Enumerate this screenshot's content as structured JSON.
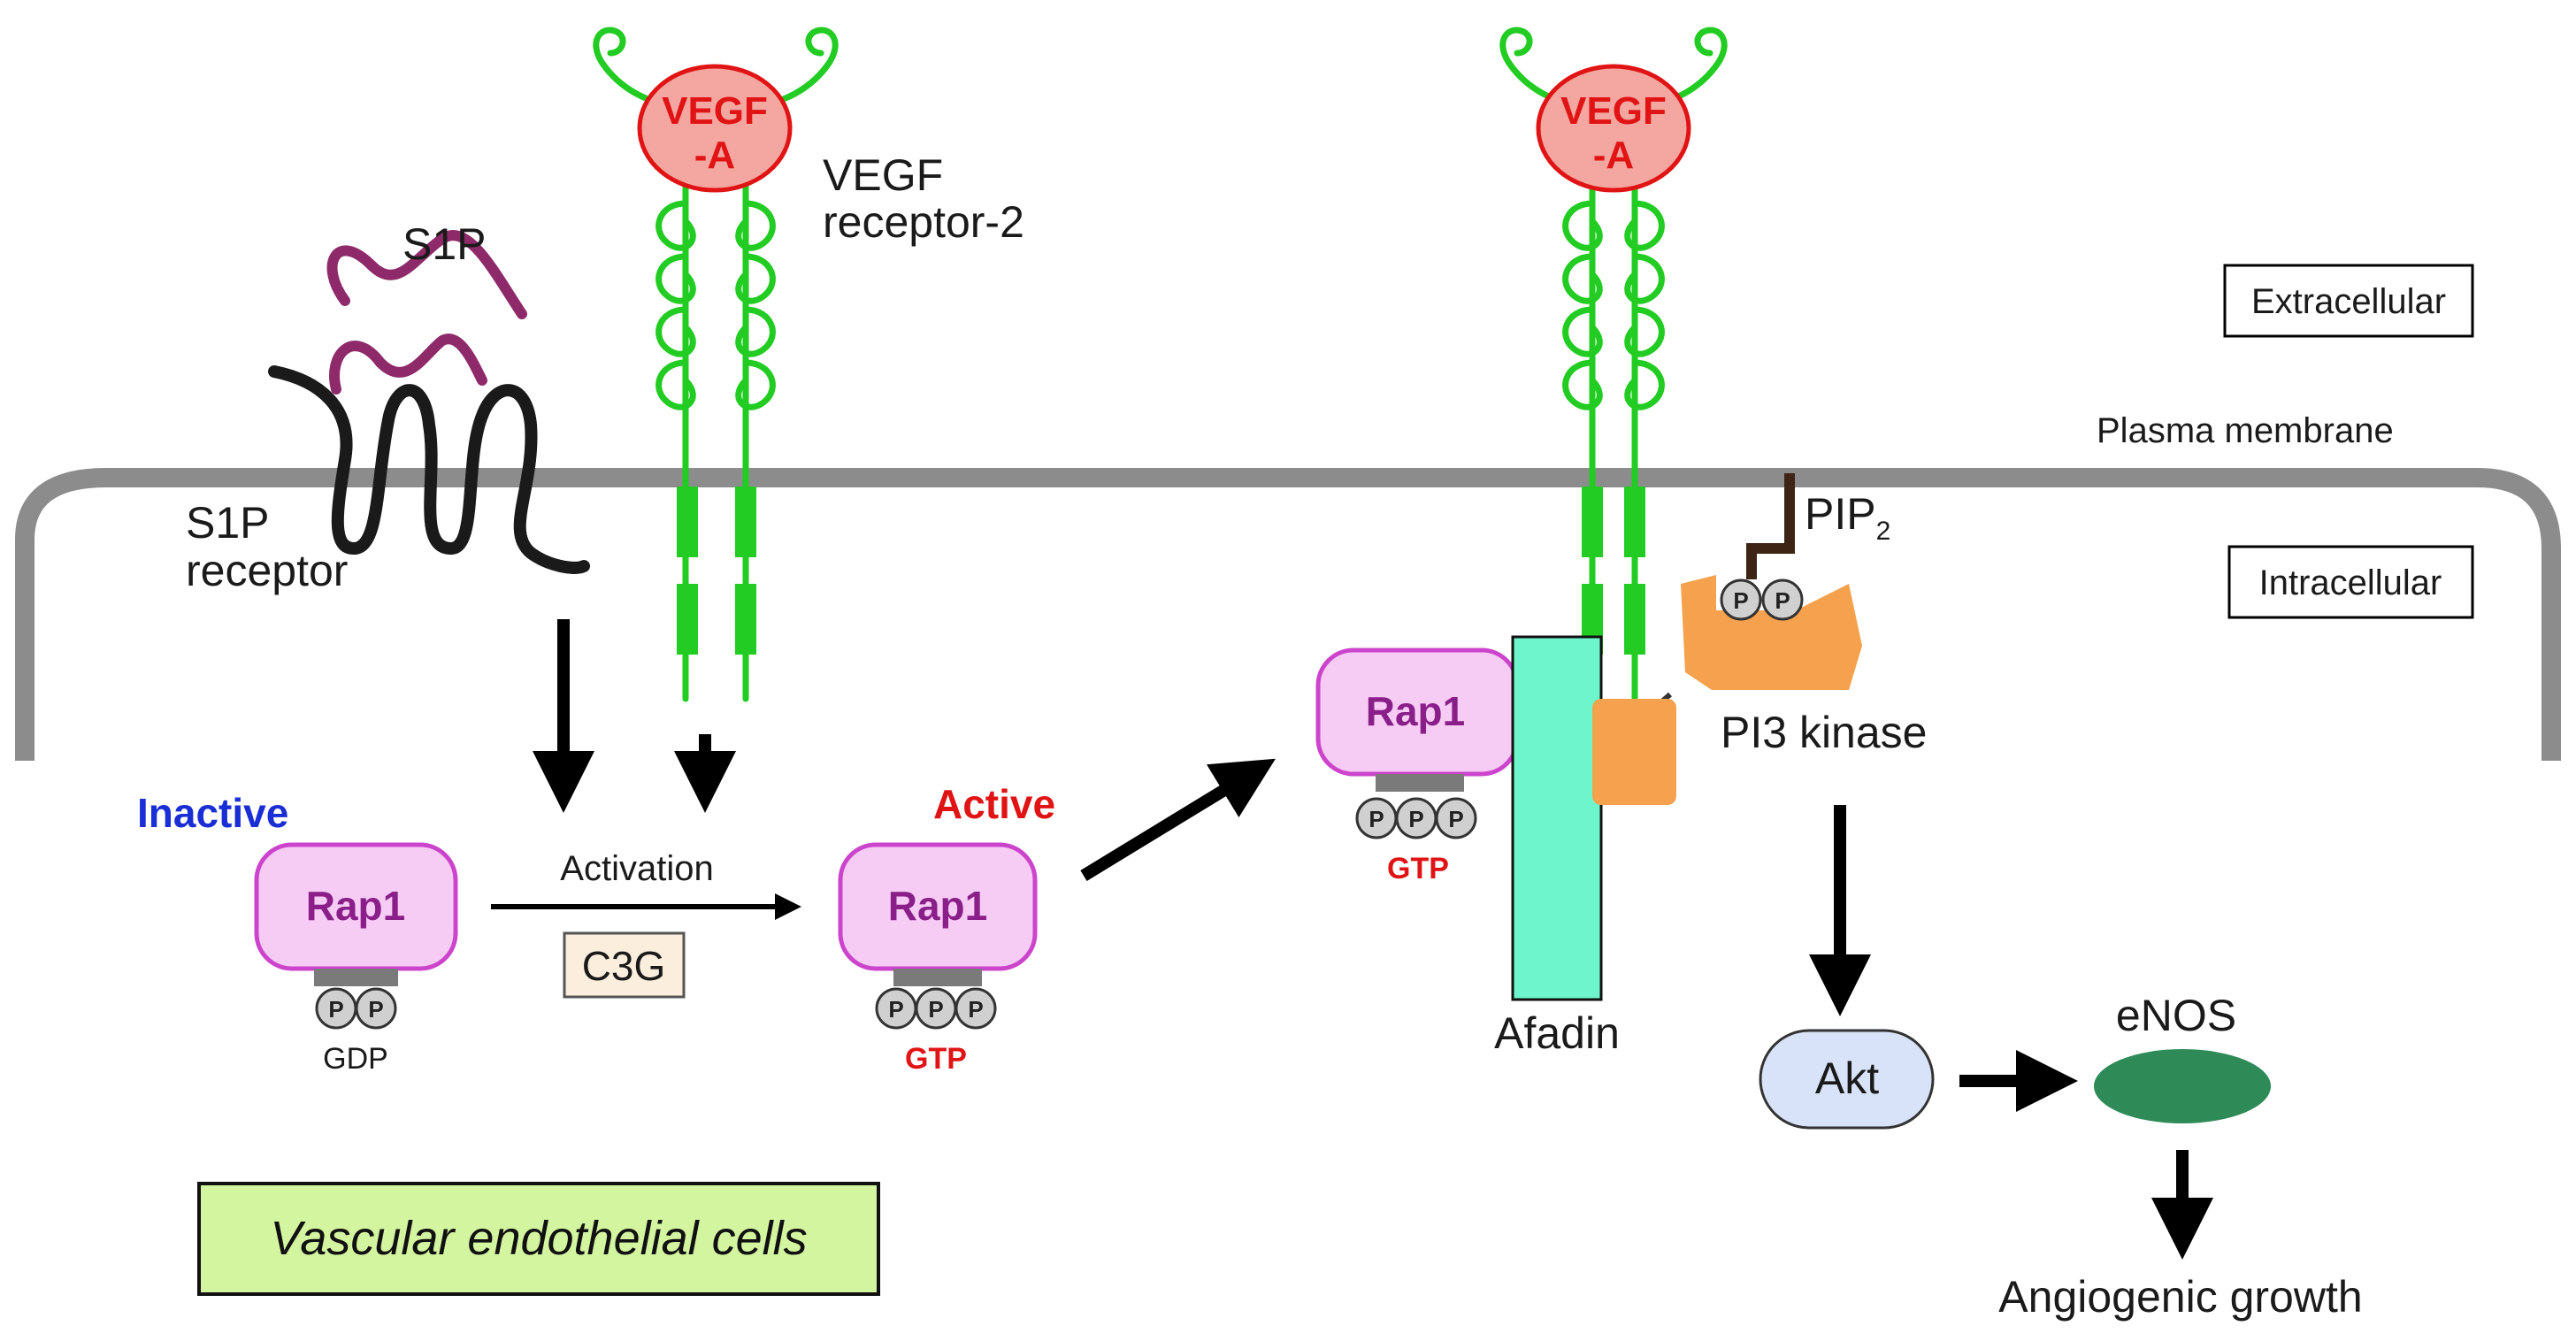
{
  "labels": {
    "s1p": "S1P",
    "s1p_receptor_line1": "S1P",
    "s1p_receptor_line2": "receptor",
    "vegf_receptor_line1": "VEGF",
    "vegf_receptor_line2": "receptor-2",
    "vegf_a_line1": "VEGF",
    "vegf_a_line2": "-A",
    "extracellular": "Extracellular",
    "intracellular": "Intracellular",
    "plasma_membrane": "Plasma membrane",
    "inactive": "Inactive",
    "active": "Active",
    "activation": "Activation",
    "c3g": "C3G",
    "rap1": "Rap1",
    "phosphate": "P",
    "gdp": "GDP",
    "gtp": "GTP",
    "afadin": "Afadin",
    "pip2_main": "PIP",
    "pip2_sub": "2",
    "pi3_kinase": "PI3 kinase",
    "akt": "Akt",
    "enos": "eNOS",
    "angiogenic_growth": "Angiogenic growth",
    "cell_type": "Vascular endothelial cells"
  },
  "colors": {
    "receptor_green": "#22cc22",
    "membrane_gray": "#8c8c8c",
    "vegf_fill": "#f4a6a0",
    "vegf_stroke": "#e01414",
    "s1p_ligand": "#8e2a6a",
    "rap1_fill": "#f6ccf4",
    "rap1_stroke": "#cc44cc",
    "afadin_fill": "#6ef5cc",
    "pi3k_orange": "#f5a14d",
    "akt_fill": "#d8e2f8",
    "enos_fill": "#2e8b57",
    "c3g_fill": "#fbeedd",
    "cell_box_fill": "#d4f5a0",
    "inactive_blue": "#1a2ed6",
    "active_red": "#e01414"
  }
}
